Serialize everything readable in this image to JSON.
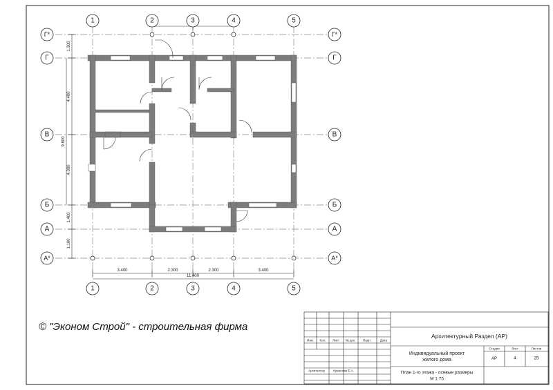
{
  "axes": {
    "vertical": [
      "1",
      "2",
      "3",
      "4",
      "5"
    ],
    "horizontal": [
      "Г*",
      "Г",
      "В",
      "Б",
      "А",
      "А*"
    ]
  },
  "dimensions": {
    "left": [
      "1.300",
      "4.400",
      "9.800",
      "4.000",
      "1.400",
      "1.100"
    ],
    "bottom_segments": [
      "3.400",
      "2.300",
      "2.300",
      "3.400"
    ],
    "bottom_total": "11.400"
  },
  "copyright": "© \"Эконом Строй\" - строительная фирма",
  "title_block": {
    "section": "Архитектурный Раздел (АР)",
    "col_headers": [
      "Изм.",
      "Кол.",
      "Лист",
      "№ док.",
      "Подп.",
      "Дата"
    ],
    "role": "Архитектор",
    "person": "Куралова Е.А.",
    "project": "Индивидуальный проект жилого дома",
    "stage_label": "Стадия",
    "sheet_label": "Лист",
    "sheets_label": "Листов",
    "stage": "АР",
    "sheet": "4",
    "sheets": "25",
    "drawing_title": "План 1-го этажа - осевые размеры",
    "scale": "М 1:75"
  }
}
